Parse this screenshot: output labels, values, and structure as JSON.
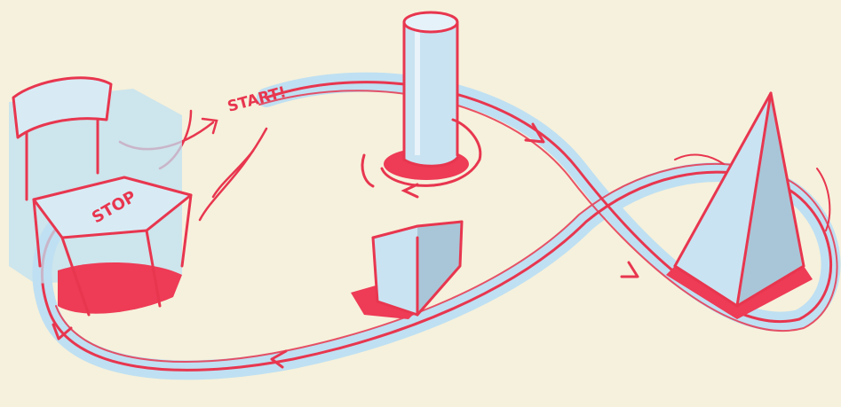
{
  "labels": {
    "start": "START!",
    "stop": "STOP"
  },
  "colors": {
    "background": "#f6f1dc",
    "stroke_red": "#e8364f",
    "fill_red": "#ee3b56",
    "path_blue": "#bfe0f2",
    "shape_blue": "#c9e3f2",
    "shade_blue": "#a9c6d8"
  },
  "objects": [
    "chair",
    "cylinder",
    "cube",
    "pyramid",
    "figure-eight-path"
  ]
}
